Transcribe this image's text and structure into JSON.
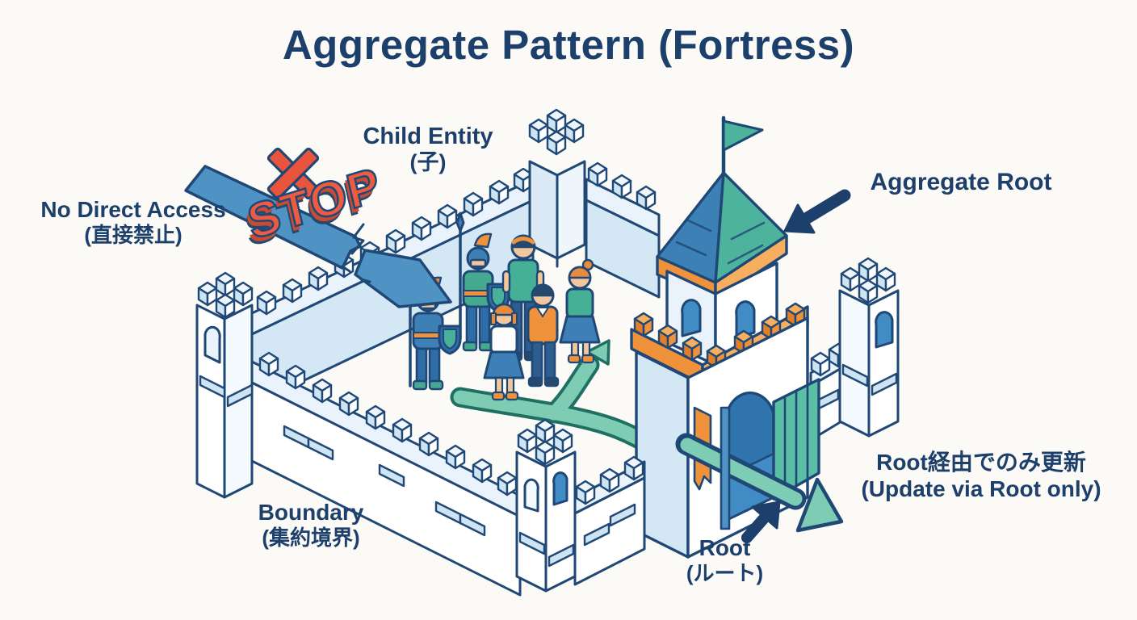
{
  "title": "Aggregate Pattern (Fortress)",
  "labels": {
    "child_entity": {
      "line1": "Child Entity",
      "line2": "(子)"
    },
    "no_direct_access": {
      "line1": "No Direct Access",
      "line2": "(直接禁止)"
    },
    "stop": "STOP",
    "aggregate_root": "Aggregate Root",
    "boundary": {
      "line1": "Boundary",
      "line2": "(集約境界)"
    },
    "root": {
      "line1": "Root",
      "line2": "(ルート)"
    },
    "update_via_root": {
      "line1": "Root経由でのみ更新",
      "line2": "(Update via Root only)"
    }
  },
  "colors": {
    "navy_text": "#1d3f6b",
    "outline": "#1f4876",
    "arrow_blue": "#4e93c4",
    "roof_blue": "#3c80b5",
    "roof_teal": "#4db39d",
    "path_teal": "#7fccb5",
    "orange": "#f0923c",
    "stop_red": "#ee5b41",
    "wall_light_blue": "#d3e7f5",
    "background": "#fbfaf6"
  }
}
